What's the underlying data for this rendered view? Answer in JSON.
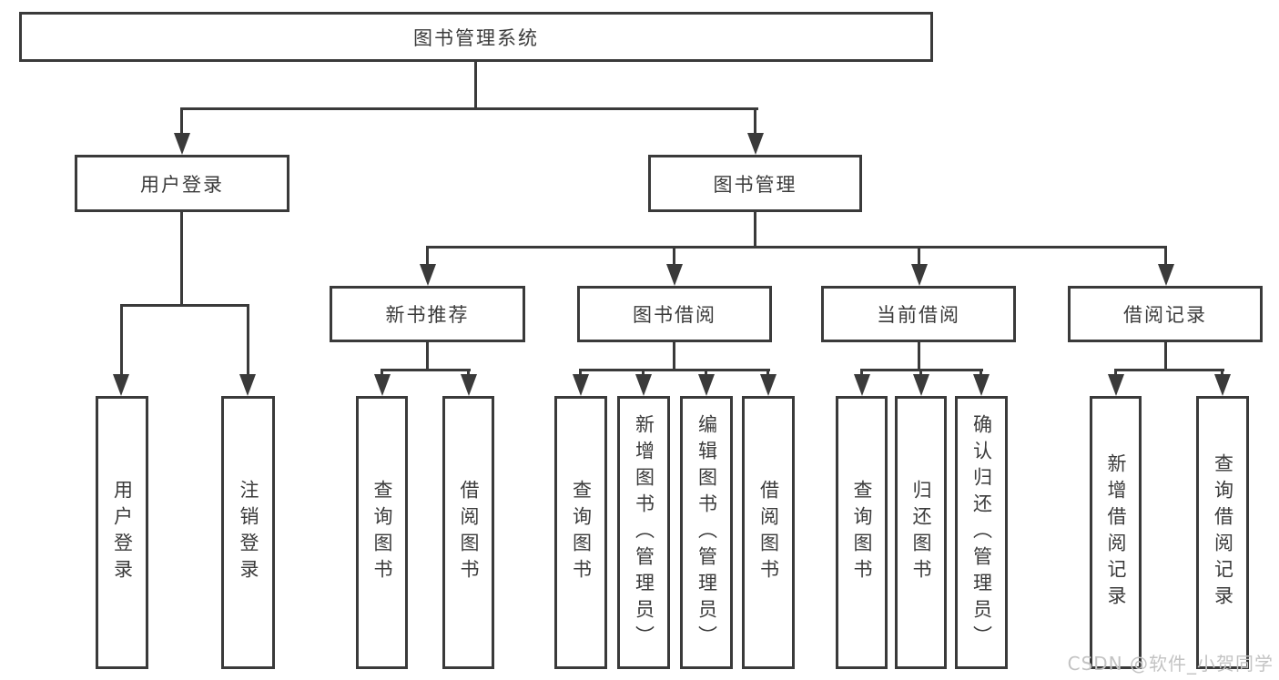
{
  "colors": {
    "line": "#3a3a3a",
    "text": "#3b3b3b",
    "node_bg": "#ffffff",
    "background": "#ffffff",
    "watermark": "#c3c3c3"
  },
  "tree": {
    "root": "图书管理系统",
    "user_login_branch": {
      "label": "用户登录",
      "children": {
        "login": "用户登录",
        "logout": "注销登录"
      }
    },
    "book_mgmt_branch": {
      "label": "图书管理",
      "groups": {
        "new_books": {
          "label": "新书推荐",
          "children": {
            "search": "查询图书",
            "borrow": "借阅图书"
          }
        },
        "borrowing": {
          "label": "图书借阅",
          "children": {
            "search": "查询图书",
            "add": "新增图书（管理员）",
            "edit": "编辑图书（管理员）",
            "borrow": "借阅图书"
          }
        },
        "current": {
          "label": "当前借阅",
          "children": {
            "search": "查询图书",
            "return": "归还图书",
            "confirm": "确认归还（管理员）"
          }
        },
        "records": {
          "label": "借阅记录",
          "children": {
            "add": "新增借阅记录",
            "search": "查询借阅记录"
          }
        }
      }
    }
  },
  "watermark": "CSDN @软件_小贺同学"
}
